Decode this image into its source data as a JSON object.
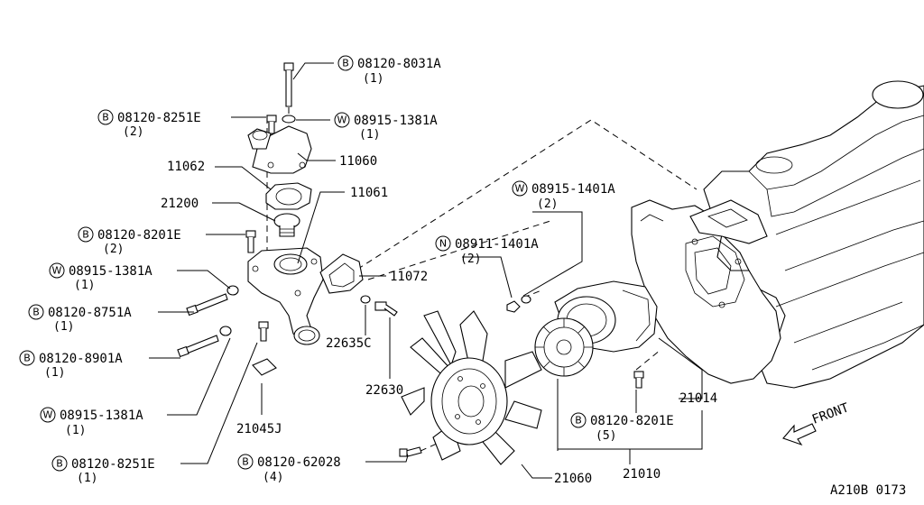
{
  "diagram": {
    "callouts": {
      "c1": {
        "prefix": "B",
        "part": "08120-8031A",
        "qty": "(1)"
      },
      "c2": {
        "prefix": "B",
        "part": "08120-8251E",
        "qty": "(2)"
      },
      "c3": {
        "prefix": "W",
        "part": "08915-1381A",
        "qty": "(1)"
      },
      "c4": {
        "part": "11060"
      },
      "c5": {
        "part": "11062"
      },
      "c6": {
        "part": "11061"
      },
      "c7": {
        "part": "21200"
      },
      "c8": {
        "prefix": "B",
        "part": "08120-8201E",
        "qty": "(2)"
      },
      "c9": {
        "prefix": "W",
        "part": "08915-1381A",
        "qty": "(1)"
      },
      "c10": {
        "prefix": "B",
        "part": "08120-8751A",
        "qty": "(1)"
      },
      "c11": {
        "prefix": "B",
        "part": "08120-8901A",
        "qty": "(1)"
      },
      "c12": {
        "prefix": "W",
        "part": "08915-1381A",
        "qty": "(1)"
      },
      "c13": {
        "prefix": "B",
        "part": "08120-8251E",
        "qty": "(1)"
      },
      "c14": {
        "part": "11072"
      },
      "c15": {
        "part": "22635C"
      },
      "c16": {
        "part": "22630"
      },
      "c17": {
        "part": "21045J"
      },
      "c18": {
        "prefix": "W",
        "part": "08915-1401A",
        "qty": "(2)"
      },
      "c19": {
        "prefix": "N",
        "part": "08911-1401A",
        "qty": "(2)"
      },
      "c20": {
        "part": "21014"
      },
      "c21": {
        "prefix": "B",
        "part": "08120-8201E",
        "qty": "(5)"
      },
      "c22": {
        "prefix": "B",
        "part": "08120-62028",
        "qty": "(4)"
      },
      "c23": {
        "part": "21060"
      },
      "c24": {
        "part": "21010"
      }
    },
    "front_label": "FRONT",
    "figure_code": "A210B 0173"
  }
}
